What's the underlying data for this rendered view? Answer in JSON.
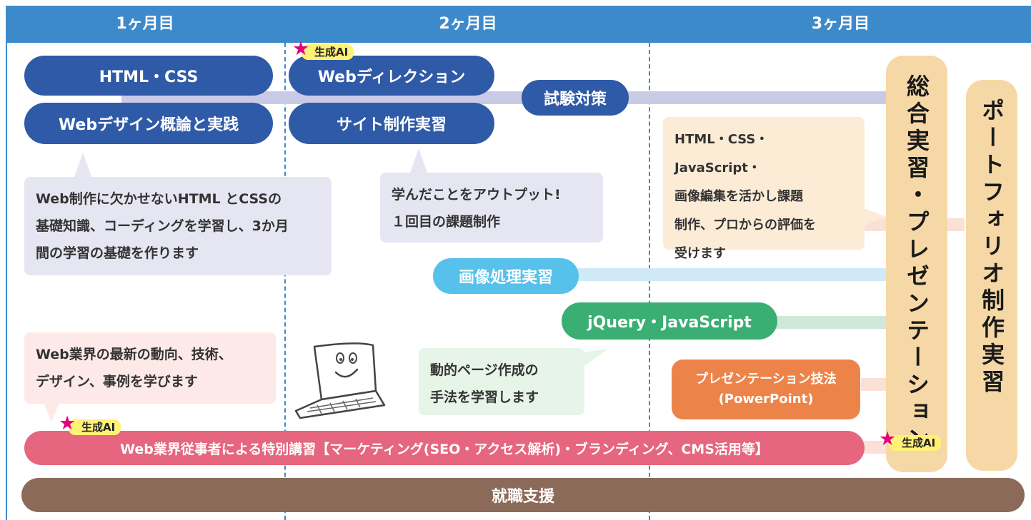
{
  "months": [
    "1ヶ月目",
    "2ヶ月目",
    "3ヶ月目"
  ],
  "courses": {
    "html_css": "HTML・CSS",
    "web_design": "Webデザイン概論と実践",
    "web_direction": "Webディレクション",
    "site_practice": "サイト制作実習",
    "exam_prep": "試験対策",
    "image_processing": "画像処理実習",
    "jquery_js": "jQuery・JavaScript",
    "presentation_technique": [
      "プレゼンテーション技法",
      "(PowerPoint)"
    ],
    "special_lecture": "Web業界従事者による特別講習【マーケティング(SEO・アクセス解析)・ブランディング、CMS活用等】",
    "job_support": "就職支援",
    "comprehensive_practice": "総合実習・プレゼンテーション",
    "portfolio": "ポートフォリオ制作実習"
  },
  "bubbles": {
    "month1": [
      "Web制作に欠かせないHTML とCSSの",
      "基礎知識、コーディングを学習し、3か月",
      "間の学習の基礎を作ります"
    ],
    "month2": [
      "学んだことをアウトプット!",
      "１回目の課題制作"
    ],
    "month3": [
      "HTML・CSS・JavaScript・",
      "画像編集を活かし課題",
      "制作、プロからの評価を",
      "受けます"
    ],
    "industry": [
      "Web業界の最新の動向、技術、",
      "デザイン、事例を学びます"
    ],
    "dynamic": [
      "動的ページ作成の",
      "手法を学習します"
    ]
  },
  "badge_label": "生成AI",
  "colors": {
    "header": "#3d8acb",
    "navy": "#2f5aa8",
    "sky": "#56c1ea",
    "green": "#3aae73",
    "orange": "#ec844a",
    "pink": "#e5667e",
    "brown": "#8c6a59",
    "tan": "#f6d8a6",
    "star": "#e4007f",
    "badge": "#fff176"
  }
}
